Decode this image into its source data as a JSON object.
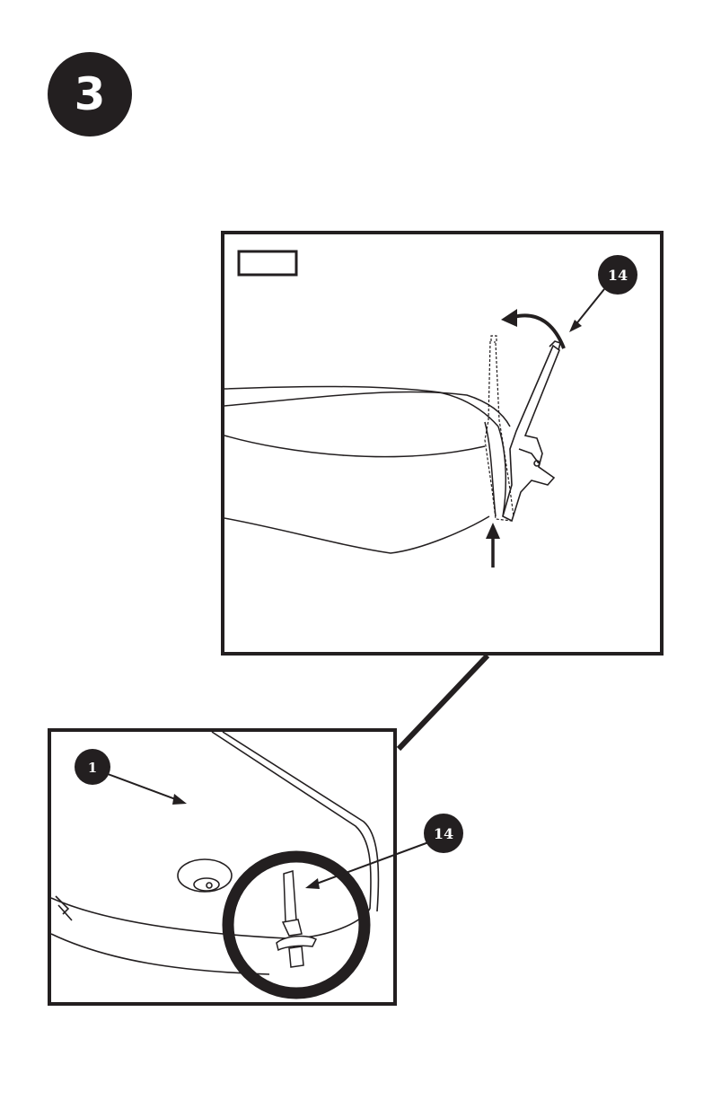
{
  "step": {
    "number": "3"
  },
  "detail_view": {
    "label_box_text": ""
  },
  "callouts": {
    "top_part": "14",
    "base_part": "1",
    "clip_part": "14"
  }
}
